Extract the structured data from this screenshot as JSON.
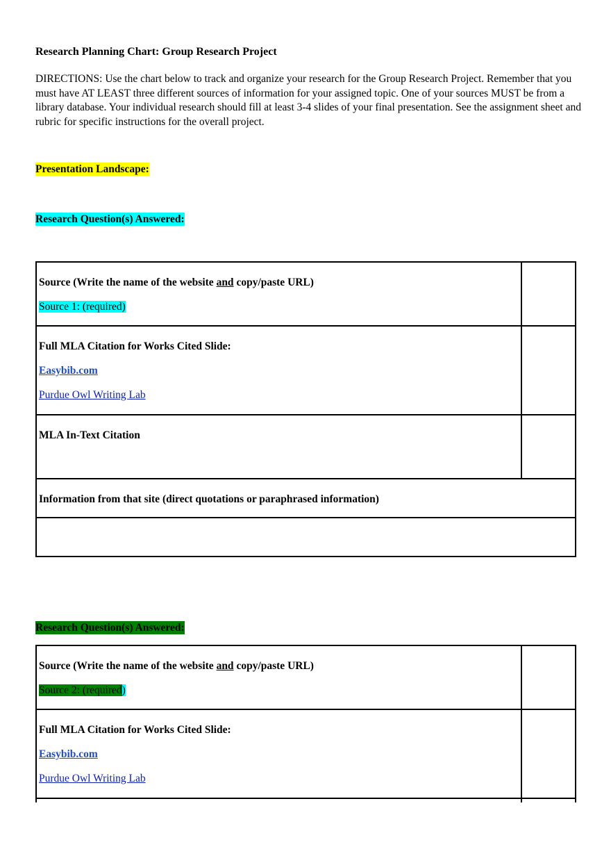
{
  "document": {
    "title": "Research Planning Chart: Group Research Project",
    "directions": "DIRECTIONS: Use the chart below to track and organize your research for the Group Research Project. Remember that you must have AT LEAST three different sources of information for your assigned topic. One of your sources MUST be from a library database. Your individual research should fill at least 3-4 slides of your final presentation. See the assignment sheet and rubric for specific instructions for the overall project.",
    "presentation_label": "Presentation Landscape:",
    "colors": {
      "yellow_highlight": "#ffff00",
      "cyan_highlight": "#00ffff",
      "green_highlight": "#008000",
      "link_blue": "#1f4fc6"
    }
  },
  "section1": {
    "question_label": "Research Question(s) Answered:",
    "source_title_pre": "Source (Write the name of the website ",
    "source_title_and": "and",
    "source_title_post": " copy/paste URL)",
    "source_label": "Source 1: (required)",
    "citation_title": "Full MLA Citation for Works Cited Slide:",
    "link1": "Easybib.com",
    "link2": "Purdue Owl Writing Lab",
    "intext_title": "MLA In-Text Citation",
    "info_title": "Information from that site (direct quotations or paraphrased information)"
  },
  "section2": {
    "question_label": "Research Question(s) Answered:",
    "source_title_pre": "Source (Write the name of the website ",
    "source_title_and": "and",
    "source_title_post": " copy/paste URL)",
    "source_label_main": "Source 2: (required",
    "source_label_end": ")",
    "citation_title": "Full MLA Citation for Works Cited Slide:",
    "link1": "Easybib.com",
    "link2": "Purdue Owl Writing Lab"
  }
}
